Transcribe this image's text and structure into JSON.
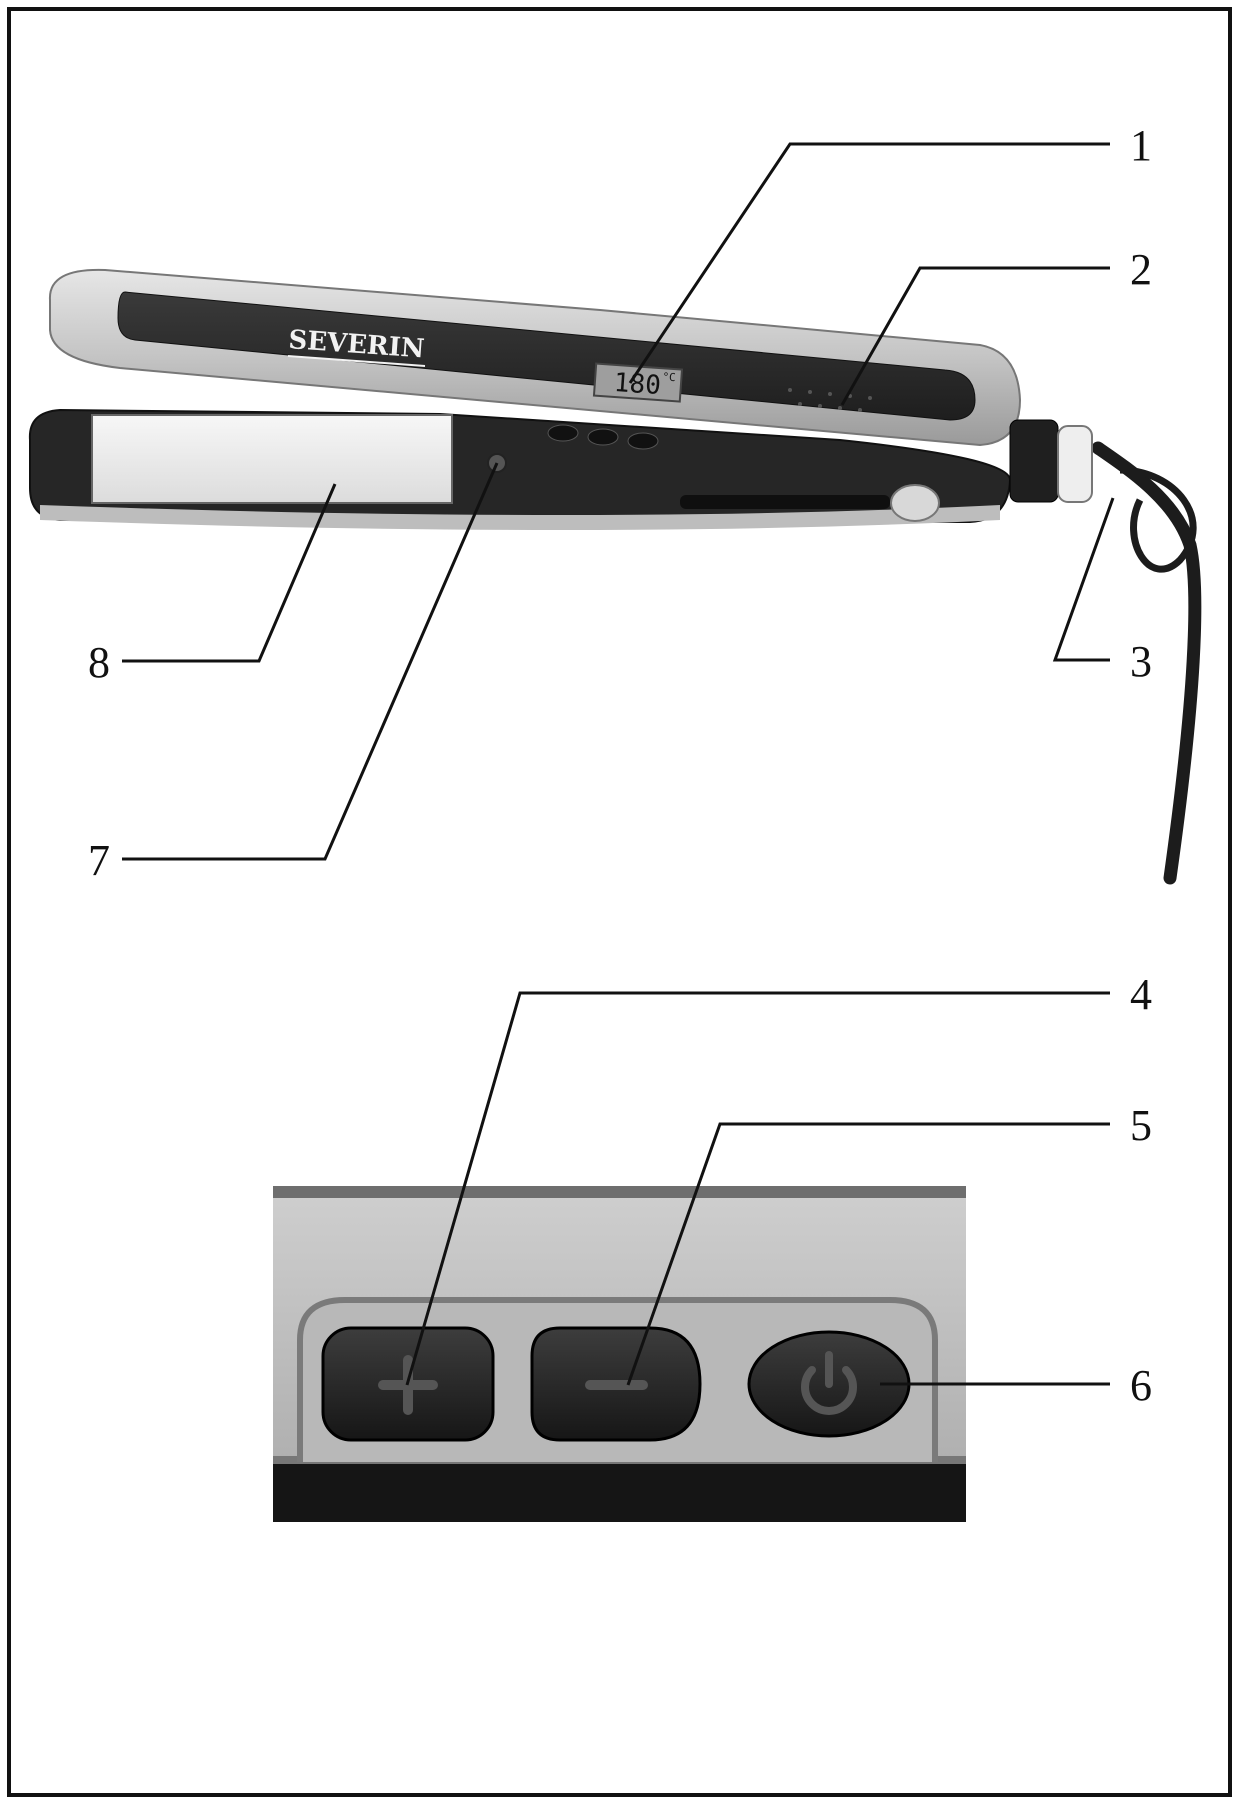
{
  "brand": {
    "name": "SEVERIN"
  },
  "display": {
    "temperature": "180",
    "unit": "°C"
  },
  "callouts": [
    {
      "id": "1",
      "label": "1"
    },
    {
      "id": "2",
      "label": "2"
    },
    {
      "id": "3",
      "label": "3"
    },
    {
      "id": "4",
      "label": "4"
    },
    {
      "id": "5",
      "label": "5"
    },
    {
      "id": "6",
      "label": "6"
    },
    {
      "id": "7",
      "label": "7"
    },
    {
      "id": "8",
      "label": "8"
    }
  ],
  "colors": {
    "body_silver": "#c9c9c9",
    "panel_dark": "#2b2b2b",
    "plate_light": "#efefef",
    "cord": "#1c1c1c",
    "line": "#111111"
  },
  "buttons": [
    {
      "name": "plus",
      "symbol": "plus-icon"
    },
    {
      "name": "minus",
      "symbol": "minus-icon"
    },
    {
      "name": "power",
      "symbol": "power-icon"
    }
  ]
}
